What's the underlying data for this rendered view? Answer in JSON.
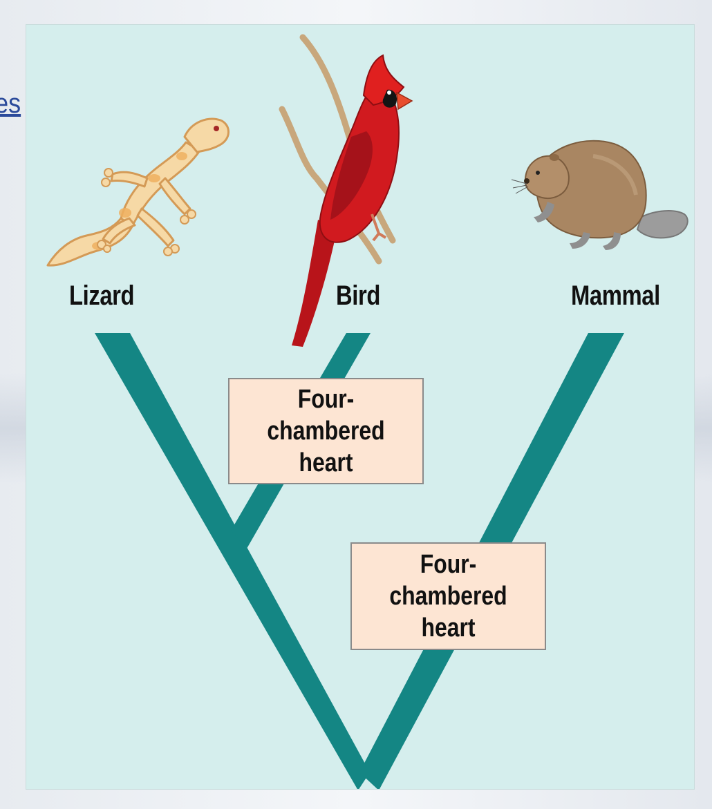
{
  "page": {
    "cut_off_link_text": "es"
  },
  "diagram": {
    "taxa": [
      {
        "id": "lizard",
        "label": "Lizard",
        "icon": "lizard-icon"
      },
      {
        "id": "bird",
        "label": "Bird",
        "icon": "cardinal-bird-icon"
      },
      {
        "id": "mammal",
        "label": "Mammal",
        "icon": "beaver-icon"
      }
    ],
    "traits": [
      {
        "id": "trait-bird",
        "text": "Four-chambered\nheart"
      },
      {
        "id": "trait-mammal",
        "text": "Four-chambered\nheart"
      }
    ],
    "colors": {
      "background": "#d5eeed",
      "branch": "#148684",
      "trait_fill": "#fde5d3",
      "trait_border": "#8a8a8a",
      "link": "#2b4a9b"
    }
  }
}
